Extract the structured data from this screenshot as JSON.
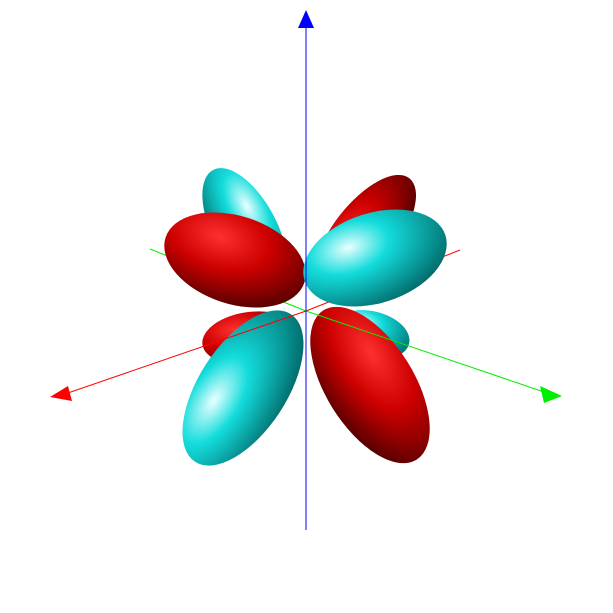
{
  "scene": {
    "background": "#ffffff",
    "colors": {
      "positive_lobe": "#cc0000",
      "negative_lobe": "#11cccc",
      "x_axis": "#ff0000",
      "y_axis": "#00ee00",
      "z_axis": "#0000ff"
    },
    "axes": [
      {
        "name": "x-axis",
        "color_key": "x_axis",
        "arrow": true
      },
      {
        "name": "y-axis",
        "color_key": "y_axis",
        "arrow": true
      },
      {
        "name": "z-axis",
        "color_key": "z_axis",
        "arrow": true
      }
    ],
    "lobes": [
      {
        "name": "lobe-back-upper-left",
        "color_key": "negative_lobe"
      },
      {
        "name": "lobe-back-upper-right",
        "color_key": "positive_lobe"
      },
      {
        "name": "lobe-back-lower-left",
        "color_key": "positive_lobe"
      },
      {
        "name": "lobe-back-lower-right",
        "color_key": "negative_lobe"
      },
      {
        "name": "lobe-front-upper-left",
        "color_key": "positive_lobe"
      },
      {
        "name": "lobe-front-upper-right",
        "color_key": "negative_lobe"
      },
      {
        "name": "lobe-front-lower-left",
        "color_key": "negative_lobe"
      },
      {
        "name": "lobe-front-lower-right",
        "color_key": "positive_lobe"
      }
    ]
  }
}
